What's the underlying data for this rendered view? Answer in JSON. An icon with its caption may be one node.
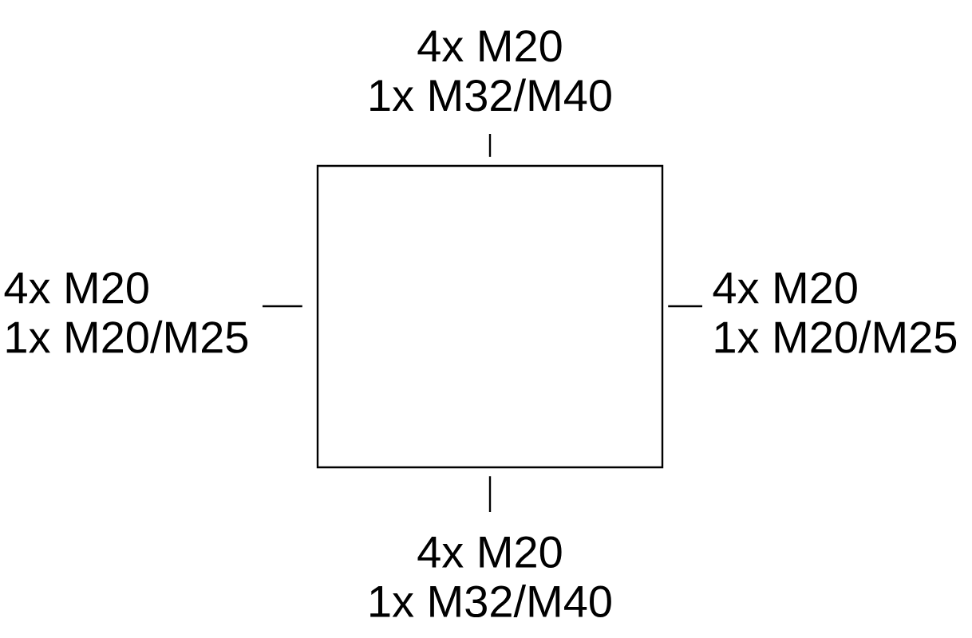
{
  "diagram": {
    "nodes": [
      {
        "text": [],
        "shape": "box"
      },
      {
        "text": [
          "4x M20",
          "1x M32/M40"
        ]
      },
      {
        "text": [
          "4x M20",
          "1x M20/M25"
        ]
      },
      {
        "text": [
          "4x M20",
          "1x M20/M25"
        ]
      },
      {
        "text": [
          "4x M20",
          "1x M32/M40"
        ]
      }
    ],
    "edges": [
      {
        "from": 1,
        "to": 0,
        "arrow": "none"
      },
      {
        "from": 2,
        "to": 0,
        "arrow": "none"
      },
      {
        "from": 3,
        "to": 0,
        "arrow": "none"
      },
      {
        "from": 4,
        "to": 0,
        "arrow": "none"
      }
    ]
  }
}
